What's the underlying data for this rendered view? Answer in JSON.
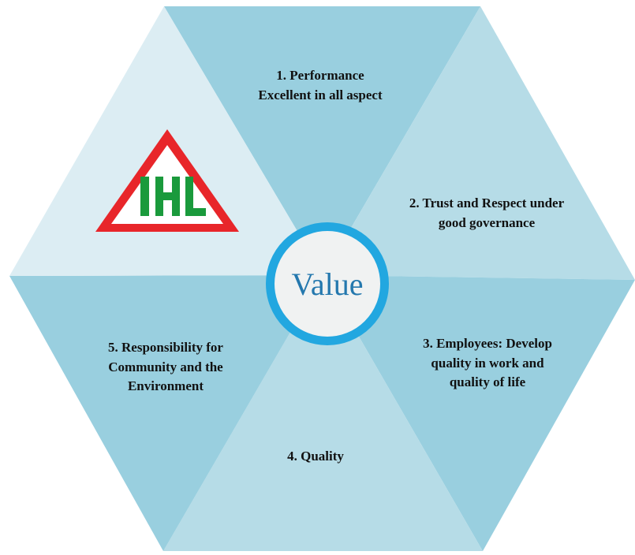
{
  "center": {
    "label": "Value"
  },
  "logo": {
    "text": "IHL",
    "colors": {
      "triangle": "#e8262a",
      "letters": "#1a9a3c"
    }
  },
  "segments": [
    {
      "id": "performance",
      "lines": [
        "1. Performance",
        "Excellent in all aspect"
      ],
      "color": "#99cfdf"
    },
    {
      "id": "trust",
      "lines": [
        "2. Trust and Respect under",
        "good governance"
      ],
      "color": "#b6dce7"
    },
    {
      "id": "employees",
      "lines": [
        "3. Employees: Develop",
        "quality in work and",
        "quality of life"
      ],
      "color": "#99cfdf"
    },
    {
      "id": "quality",
      "lines": [
        "4. Quality"
      ],
      "color": "#b6dce7"
    },
    {
      "id": "responsibility",
      "lines": [
        "5. Responsibility for",
        "Community and the",
        "Environment"
      ],
      "color": "#99cfdf"
    },
    {
      "id": "logo-segment",
      "lines": [],
      "color": "#dcedf3"
    }
  ],
  "colors": {
    "circle_ring": "#22a7e0",
    "circle_fill": "#f0f2f2",
    "value_text": "#2478ae",
    "label_text": "#111111"
  }
}
